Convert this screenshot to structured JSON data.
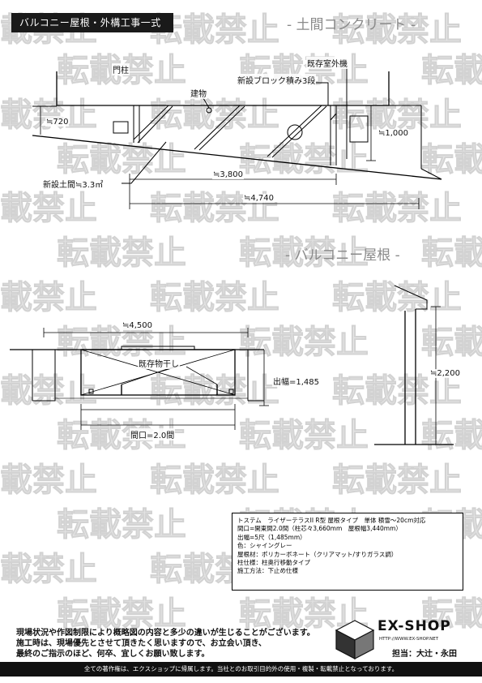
{
  "header": {
    "title": "バルコニー屋根・外構工事一式"
  },
  "watermark": {
    "text": "転載禁止"
  },
  "section1": {
    "title": "- 土間コンクリート -",
    "labels": {
      "gate_pillar": "門柱",
      "outdoor_unit": "既存室外機",
      "block": "新設ブロック積み3段",
      "building": "建物",
      "height_left": "≒720",
      "height_right": "≒1,000",
      "area": "新設土間≒3.3㎡",
      "width_1": "≒3,800",
      "width_2": "≒4,740"
    }
  },
  "section2": {
    "title": "- バルコニー屋根 -",
    "labels": {
      "width_top": "≒4,500",
      "clothes_dryer": "既存物干し",
      "depth": "出幅=1,485",
      "frontage": "間口=2.0間",
      "height": "≒2,200"
    }
  },
  "spec": {
    "lines": [
      "トステム　ライザーテラスII R型 屋根タイプ　単体 積雪～20cm対応",
      "間口=開東間2.0間（柱芯々3,660mm　屋根幅3,440mm）",
      "出幅=5尺（1,485mm）",
      "色：シャイングレー",
      "屋根材：ポリカーボネート（クリアマット/すりガラス調）",
      "柱仕様：柱奥行移動タイプ",
      "施工方法：下止め仕様"
    ]
  },
  "notice": {
    "lines": [
      "現場状況や作図制限により概略図の内容と多少の違いが生じることがございます。",
      "施工時は、現場優先とさせて頂きたく思いますので、お立会い頂き、",
      "最終のご指示のほど、何卒、宜しくお願い致します。"
    ]
  },
  "logo": {
    "name": "EX-SHOP",
    "url": "HTTP://WWW.EX-SHOP.NET",
    "staff": "担当：大辻・永田"
  },
  "footer": {
    "text": "全ての著作権は、エクスショップに帰属します。当社とのお取引目的外の使用・複製・転載禁止となっております。"
  }
}
